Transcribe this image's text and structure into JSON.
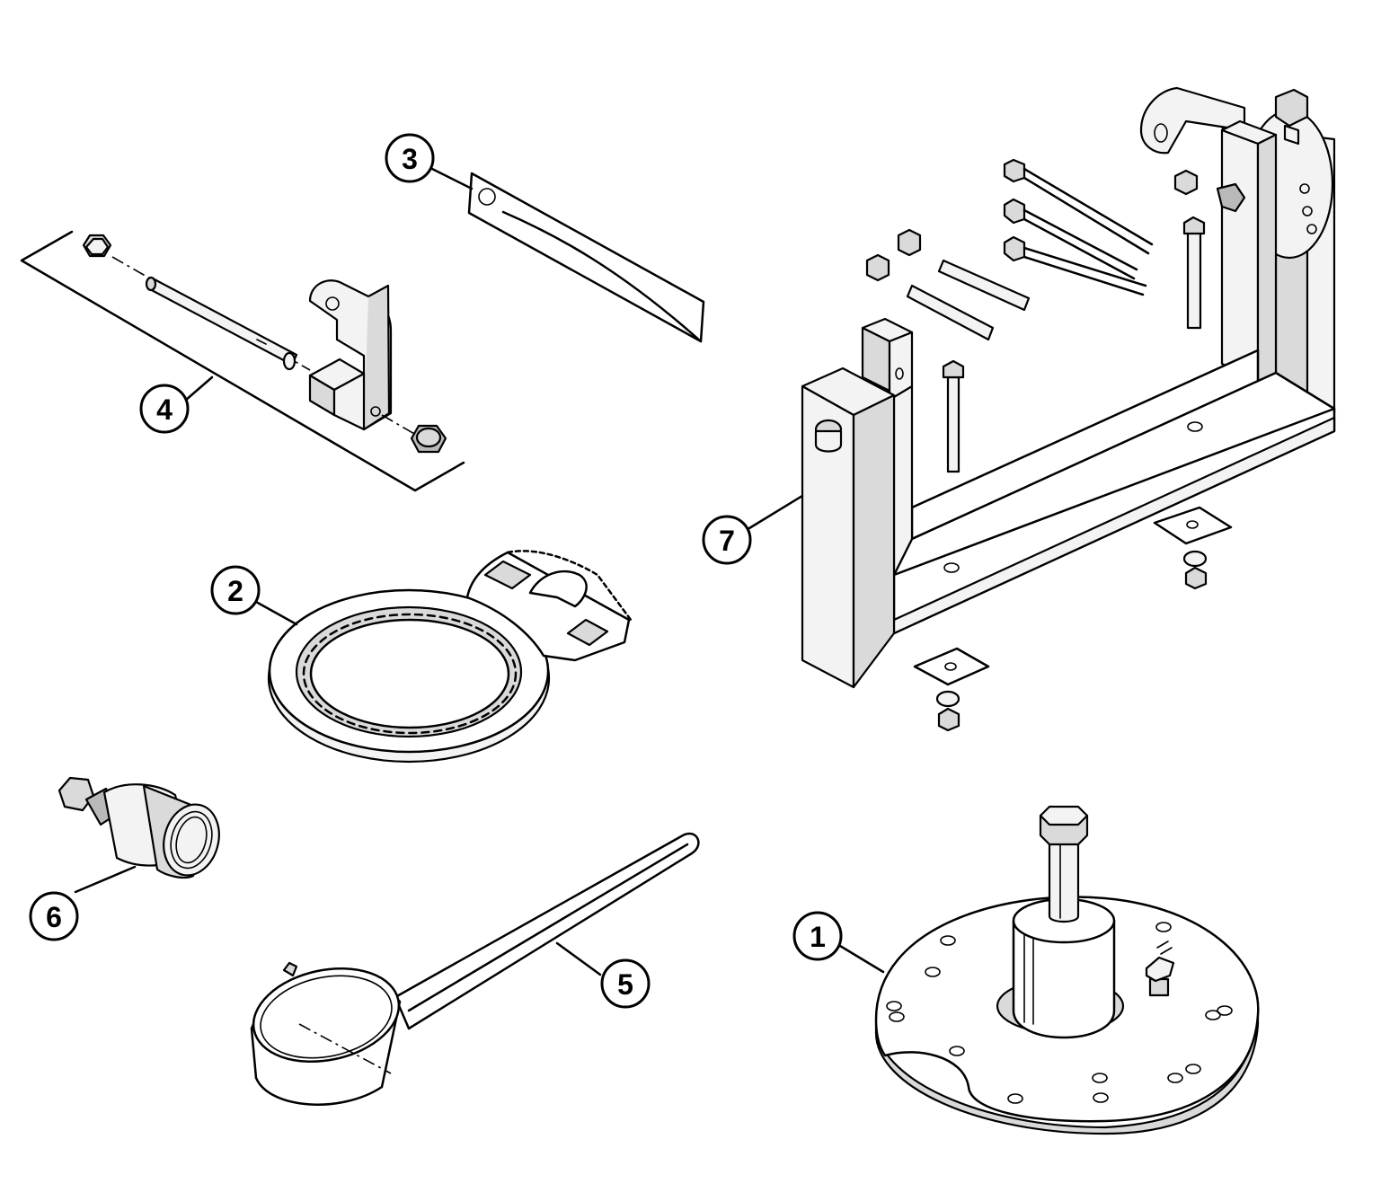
{
  "callouts": [
    {
      "id": "1",
      "label": "1"
    },
    {
      "id": "2",
      "label": "2"
    },
    {
      "id": "3",
      "label": "3"
    },
    {
      "id": "4",
      "label": "4"
    },
    {
      "id": "5",
      "label": "5"
    },
    {
      "id": "6",
      "label": "6"
    },
    {
      "id": "7",
      "label": "7"
    }
  ],
  "colors": {
    "line": "#000000",
    "background": "#ffffff",
    "shade_light": "#f3f3f3",
    "shade_mid": "#dadada",
    "shade_dark": "#b9b9b9"
  }
}
